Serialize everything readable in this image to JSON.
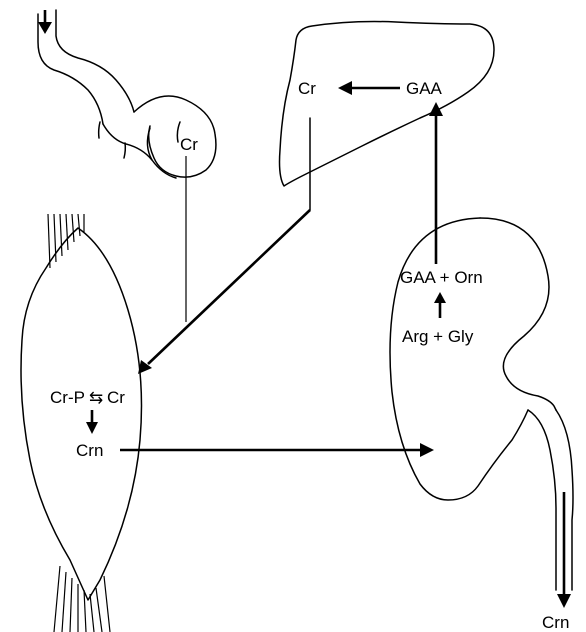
{
  "labels": {
    "gut_cr": "Cr",
    "liver_cr": "Cr",
    "liver_gaa": "GAA",
    "kidney_gaa_orn": "GAA + Orn",
    "kidney_arg_gly": "Arg + Gly",
    "muscle_crp": "Cr-P",
    "muscle_exchange_symbol": "⇆",
    "muscle_cr": "Cr",
    "muscle_crn": "Crn",
    "urine_crn": "Crn"
  },
  "colors": {
    "stroke": "#000000",
    "background": "#ffffff"
  }
}
